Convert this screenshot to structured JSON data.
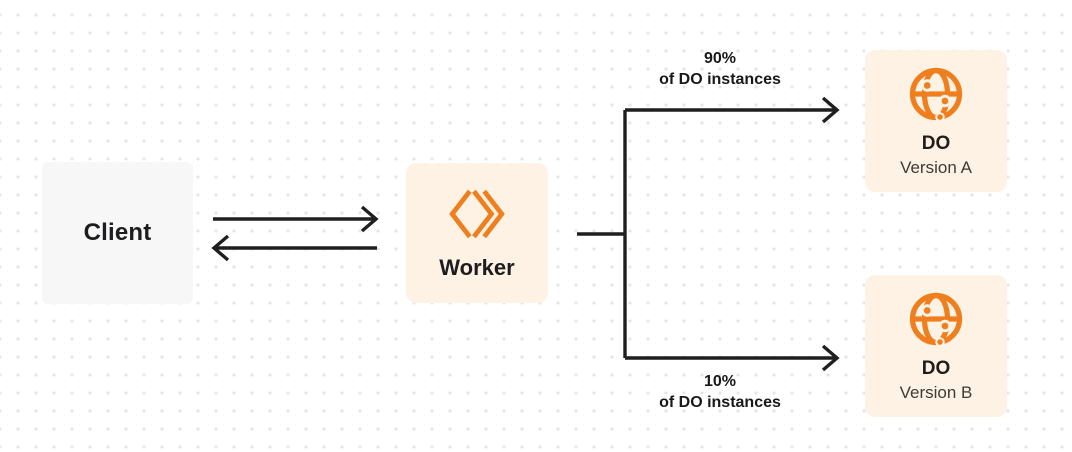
{
  "canvas": {
    "bg_color": "#ffffff",
    "dot_color": "#e5e5e8"
  },
  "colors": {
    "accent_orange": "#ef7f1e",
    "card_cream": "#fdf2e3",
    "card_gray": "#f7f7f8",
    "connector_line": "#1f1f1f"
  },
  "nodes": {
    "client": {
      "label": "Client"
    },
    "worker": {
      "label": "Worker",
      "icon": "workers-logo-icon"
    },
    "do_a": {
      "title": "DO",
      "subtitle": "Version A",
      "icon": "globe-icon"
    },
    "do_b": {
      "title": "DO",
      "subtitle": "Version B",
      "icon": "globe-icon"
    }
  },
  "edges": {
    "top_split_label": {
      "line1": "90%",
      "line2": "of DO instances"
    },
    "bottom_split_label": {
      "line1": "10%",
      "line2": "of DO instances"
    }
  }
}
